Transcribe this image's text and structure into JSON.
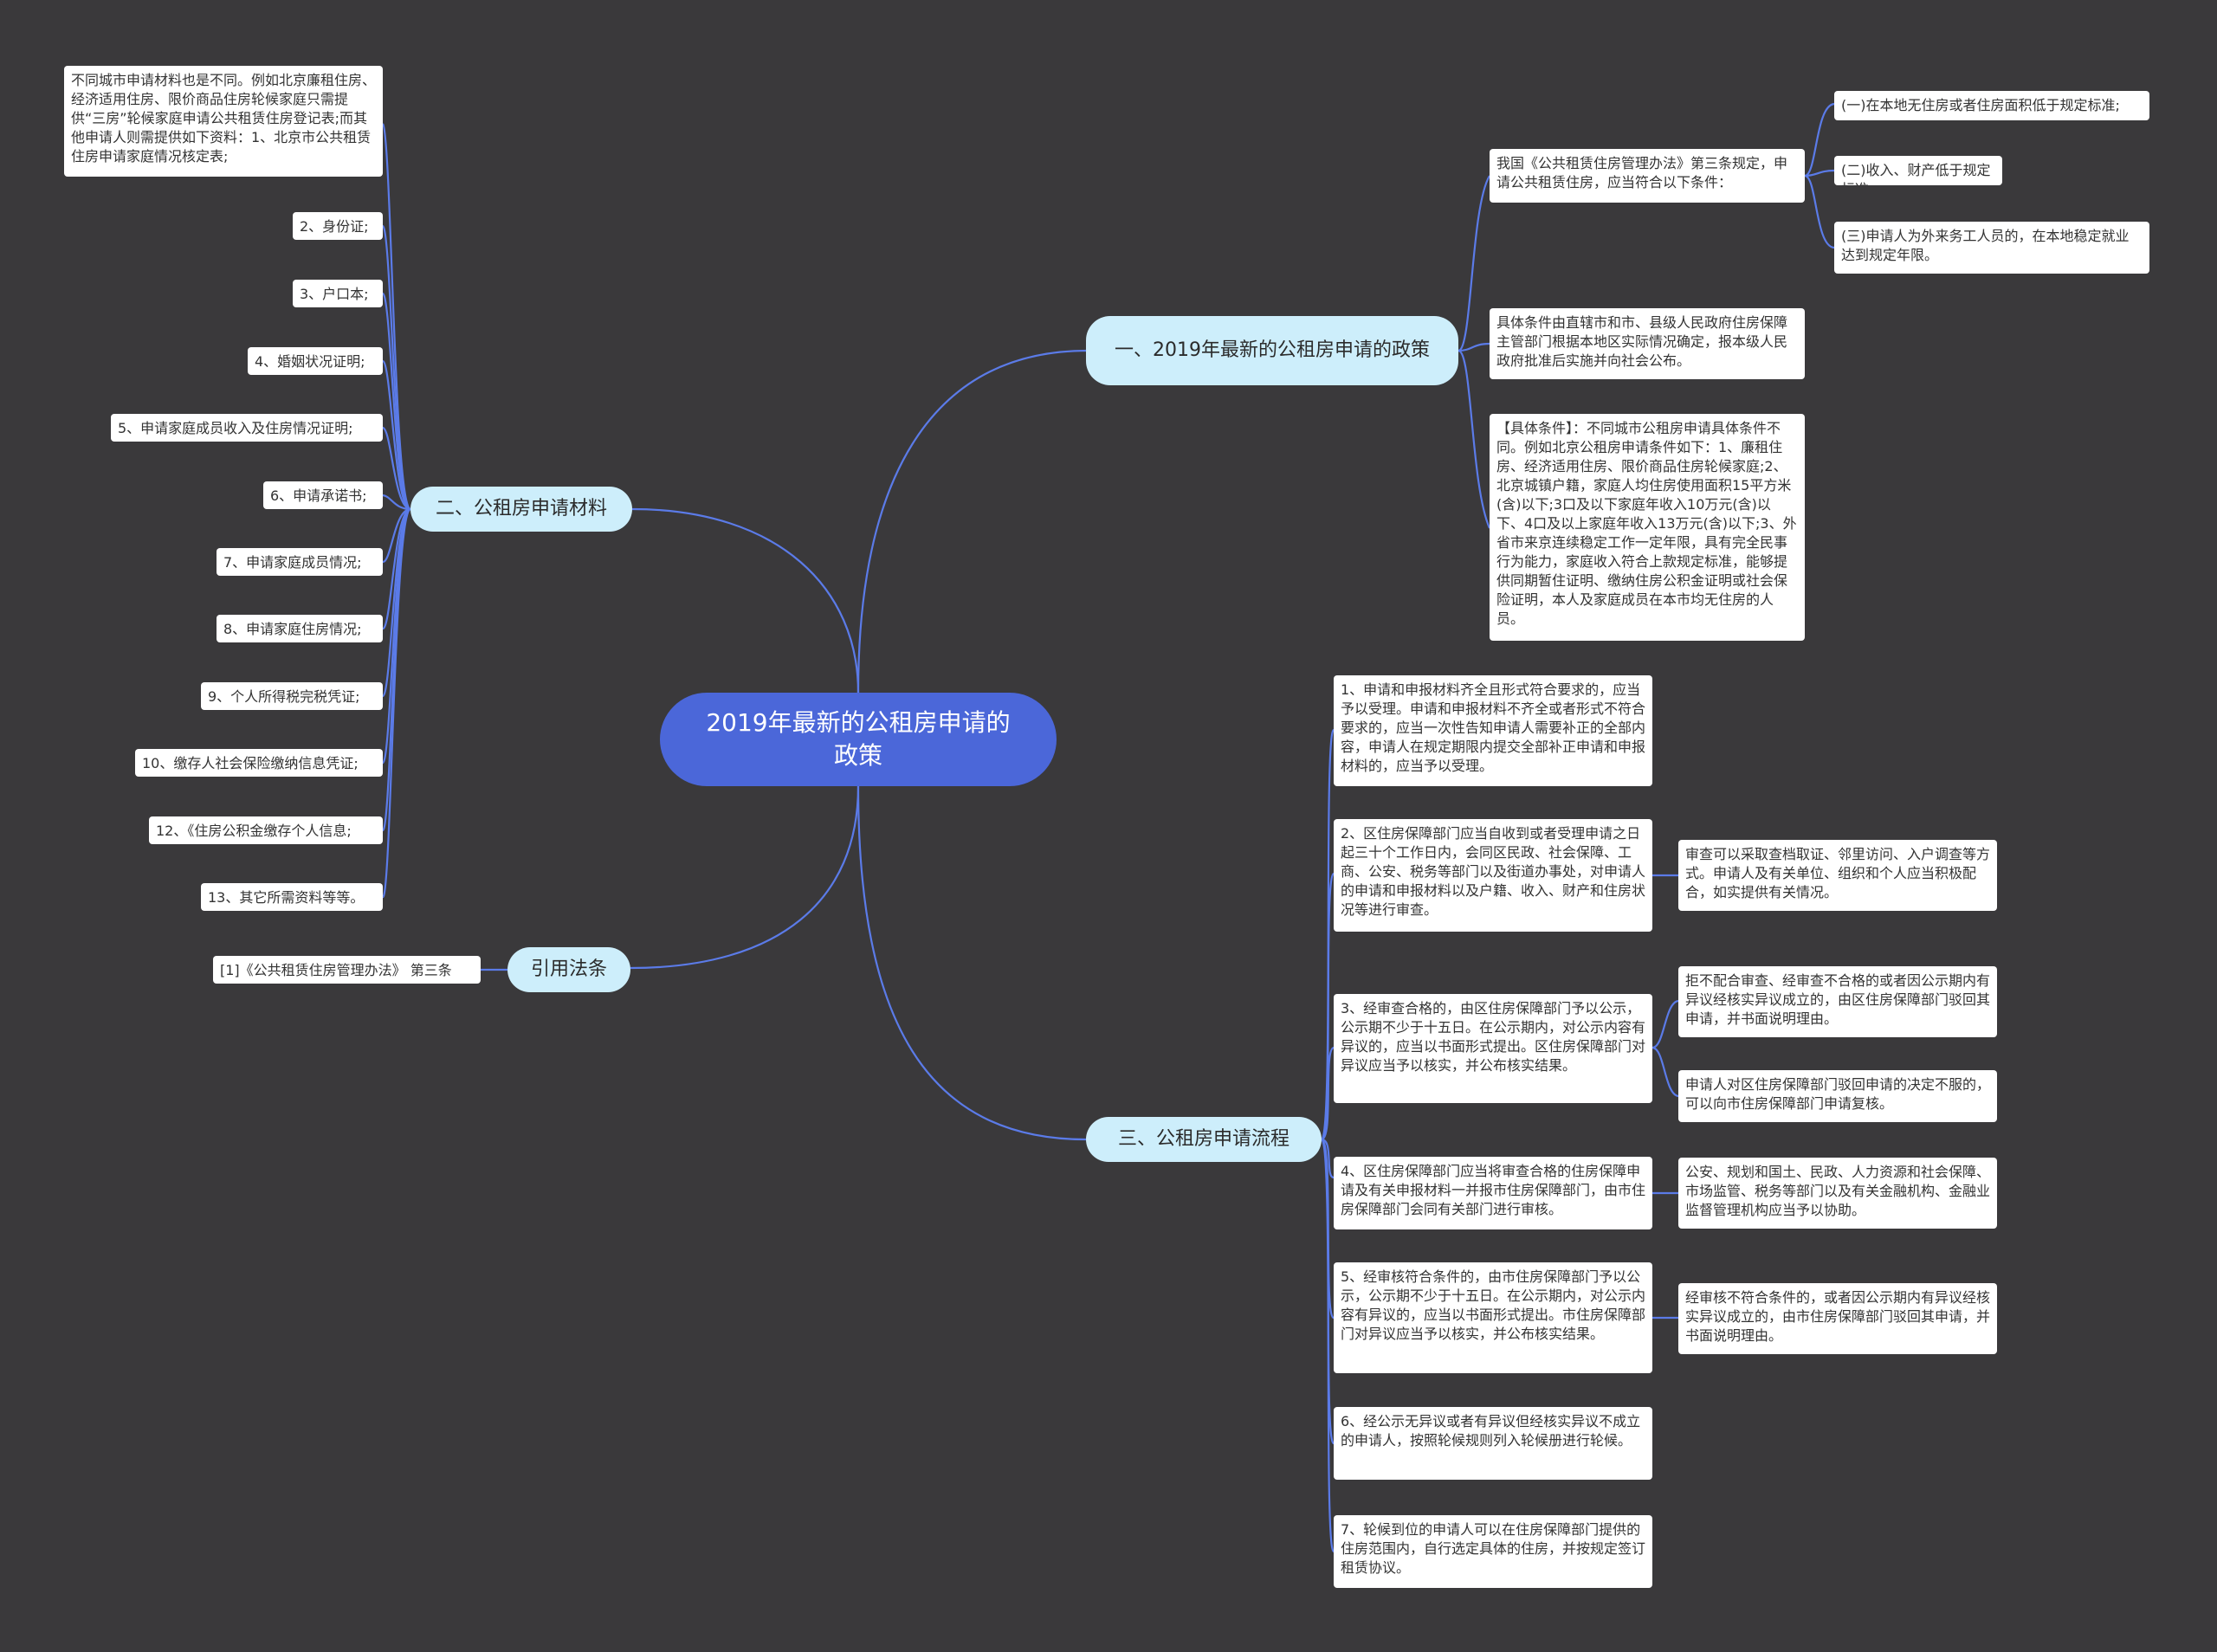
{
  "root": {
    "title": "2019年最新的公租房申请的政策"
  },
  "branches": {
    "policy": {
      "label": "一、2019年最新的公租房申请的政策",
      "items": {
        "provision": "我国《公共租赁住房管理办法》第三条规定，申请公共租赁住房，应当符合以下条件：",
        "conditions": [
          "(一)在本地无住房或者住房面积低于规定标准;",
          "(二)收入、财产低于规定标准;",
          "(三)申请人为外来务工人员的，在本地稳定就业达到规定年限。"
        ],
        "local": "具体条件由直辖市和市、县级人民政府住房保障主管部门根据本地区实际情况确定，报本级人民政府批准后实施并向社会公布。",
        "specific": "【具体条件】：不同城市公租房申请具体条件不同。例如北京公租房申请条件如下：1、廉租住房、经济适用住房、限价商品住房轮候家庭;2、北京城镇户籍，家庭人均住房使用面积15平方米(含)以下;3口及以下家庭年收入10万元(含)以下、4口及以上家庭年收入13万元(含)以下;3、外省市来京连续稳定工作一定年限，具有完全民事行为能力，家庭收入符合上款规定标准，能够提供同期暂住证明、缴纳住房公积金证明或社会保险证明，本人及家庭成员在本市均无住房的人员。"
      }
    },
    "materials": {
      "label": "二、公租房申请材料",
      "items": [
        "不同城市申请材料也是不同。例如北京廉租住房、经济适用住房、限价商品住房轮候家庭只需提供“三房”轮候家庭申请公共租赁住房登记表;而其他申请人则需提供如下资料：1、北京市公共租赁住房申请家庭情况核定表;",
        "2、身份证;",
        "3、户口本;",
        "4、婚姻状况证明;",
        "5、申请家庭成员收入及住房情况证明;",
        "6、申请承诺书;",
        "7、申请家庭成员情况;",
        "8、申请家庭住房情况;",
        "9、个人所得税完税凭证;",
        "10、缴存人社会保险缴纳信息凭证;",
        "12、《住房公积金缴存个人信息;",
        "13、其它所需资料等等。"
      ]
    },
    "law": {
      "label": "引用法条",
      "items": [
        "[1]《公共租赁住房管理办法》 第三条"
      ]
    },
    "process": {
      "label": "三、公租房申请流程",
      "steps": [
        "1、申请和申报材料齐全且形式符合要求的，应当予以受理。申请和申报材料不齐全或者形式不符合要求的，应当一次性告知申请人需要补正的全部内容，申请人在规定期限内提交全部补正申请和申报材料的，应当予以受理。",
        "2、区住房保障部门应当自收到或者受理申请之日起三十个工作日内，会同区民政、社会保障、工商、公安、税务等部门以及街道办事处，对申请人的申请和申报材料以及户籍、收入、财产和住房状况等进行审查。",
        "3、经审查合格的，由区住房保障部门予以公示，公示期不少于十五日。在公示期内，对公示内容有异议的，应当以书面形式提出。区住房保障部门对异议应当予以核实，并公布核实结果。",
        "4、区住房保障部门应当将审查合格的住房保障申请及有关申报材料一并报市住房保障部门，由市住房保障部门会同有关部门进行审核。",
        "5、经审核符合条件的，由市住房保障部门予以公示，公示期不少于十五日。在公示期内，对公示内容有异议的，应当以书面形式提出。市住房保障部门对异议应当予以核实，并公布核实结果。",
        "6、经公示无异议或者有异议但经核实异议不成立的申请人，按照轮候规则列入轮候册进行轮候。",
        "7、轮候到位的申请人可以在住房保障部门提供的住房范围内，自行选定具体的住房，并按规定签订租赁协议。"
      ],
      "details": {
        "step2": "审查可以采取查档取证、邻里访问、入户调查等方式。申请人及有关单位、组织和个人应当积极配合，如实提供有关情况。",
        "step3a": "拒不配合审查、经审查不合格的或者因公示期内有异议经核实异议成立的，由区住房保障部门驳回其申请，并书面说明理由。",
        "step3b": "申请人对区住房保障部门驳回申请的决定不服的，可以向市住房保障部门申请复核。",
        "step4": "公安、规划和国土、民政、人力资源和社会保障、市场监管、税务等部门以及有关金融机构、金融业监督管理机构应当予以协助。",
        "step5": "经审核不符合条件的，或者因公示期内有异议经核实异议成立的，由市住房保障部门驳回其申请，并书面说明理由。"
      }
    }
  },
  "colors": {
    "background": "#3a393b",
    "root_fill": "#4b67d9",
    "branch_fill": "#cdeefb",
    "leaf_fill": "#ffffff",
    "connector": "#5b7be8"
  }
}
